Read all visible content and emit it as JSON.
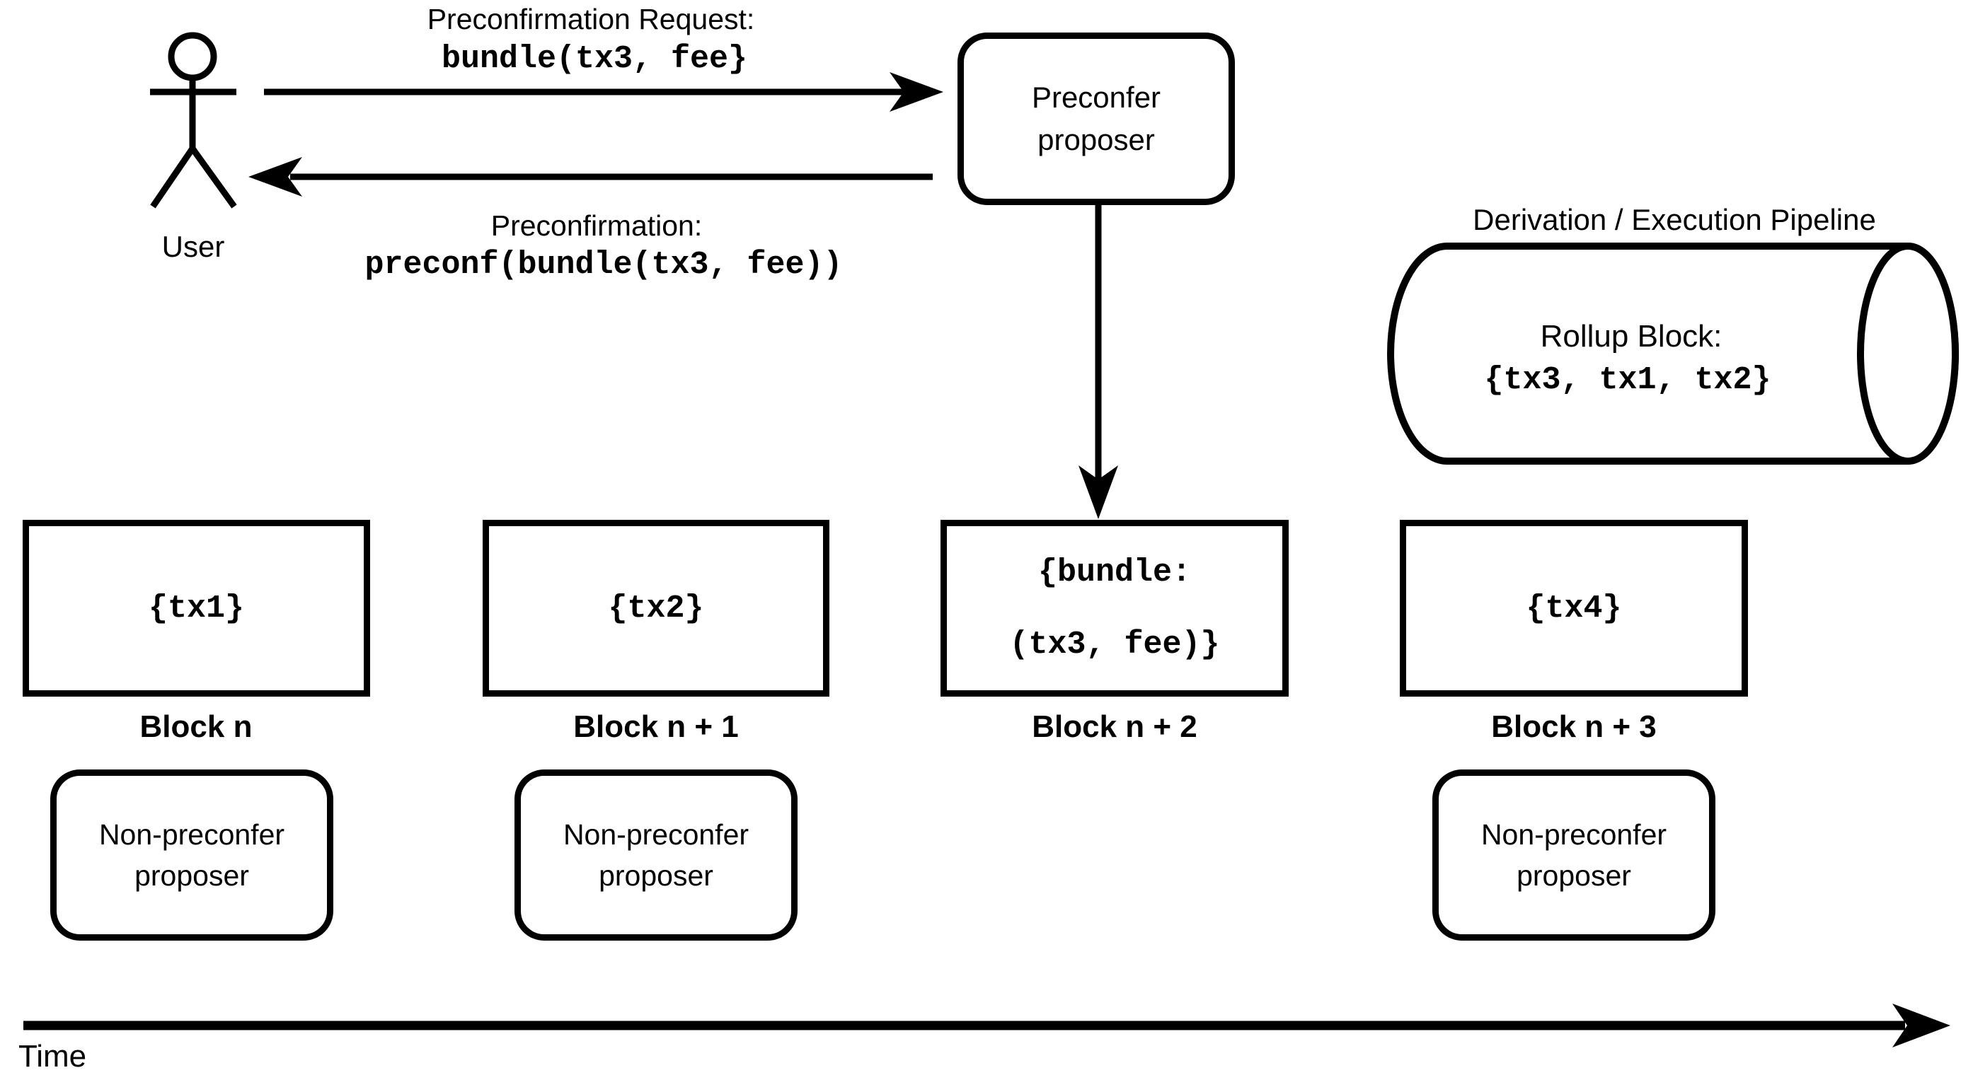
{
  "diagram": {
    "colors": {
      "ink": "#000000",
      "background": "#ffffff"
    },
    "user": {
      "label": "User"
    },
    "request": {
      "title": "Preconfirmation Request:",
      "code": "bundle(tx3, fee}"
    },
    "response": {
      "title": "Preconfirmation:",
      "code": "preconf(bundle(tx3, fee))"
    },
    "preconfer": {
      "lines": [
        "Preconfer",
        "proposer"
      ]
    },
    "pipeline": {
      "title": "Derivation / Execution Pipeline",
      "rollup_title": "Rollup Block:",
      "rollup_code": "{tx3, tx1, tx2}"
    },
    "blocks": [
      {
        "label": "Block n",
        "content_lines": [
          "{tx1}"
        ]
      },
      {
        "label": "Block n + 1",
        "content_lines": [
          "{tx2}"
        ]
      },
      {
        "label": "Block n + 2",
        "content_lines": [
          "{bundle:",
          "(tx3, fee)}"
        ]
      },
      {
        "label": "Block n + 3",
        "content_lines": [
          "{tx4}"
        ]
      }
    ],
    "non_preconfer": {
      "lines": [
        "Non-preconfer",
        "proposer"
      ]
    },
    "time_axis": {
      "label": "Time"
    }
  }
}
